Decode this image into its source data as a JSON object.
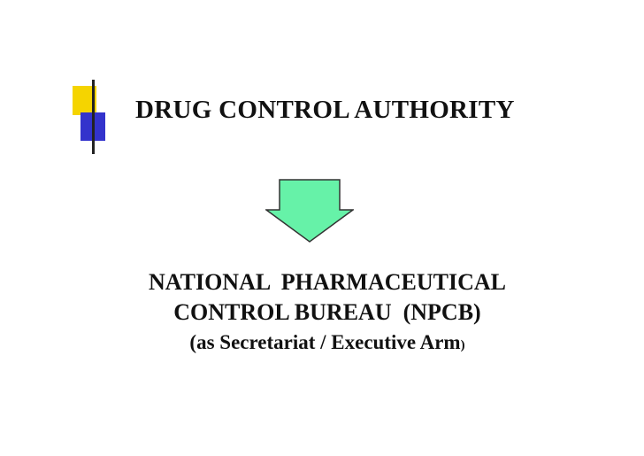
{
  "slide": {
    "title": "DRUG CONTROL AUTHORITY",
    "arrow_icon": "down-arrow-icon",
    "body": {
      "line1": "NATIONAL  PHARMACEUTICAL",
      "line2": "CONTROL BUREAU  (NPCB)",
      "line3_main": "(as Secretariat / Executive Arm",
      "line3_close": ")"
    }
  },
  "colors": {
    "accent_yellow": "#f5d400",
    "accent_blue": "#3333cc",
    "arrow_fill": "#66f2a8",
    "arrow_stroke": "#333333",
    "text": "#111111"
  }
}
